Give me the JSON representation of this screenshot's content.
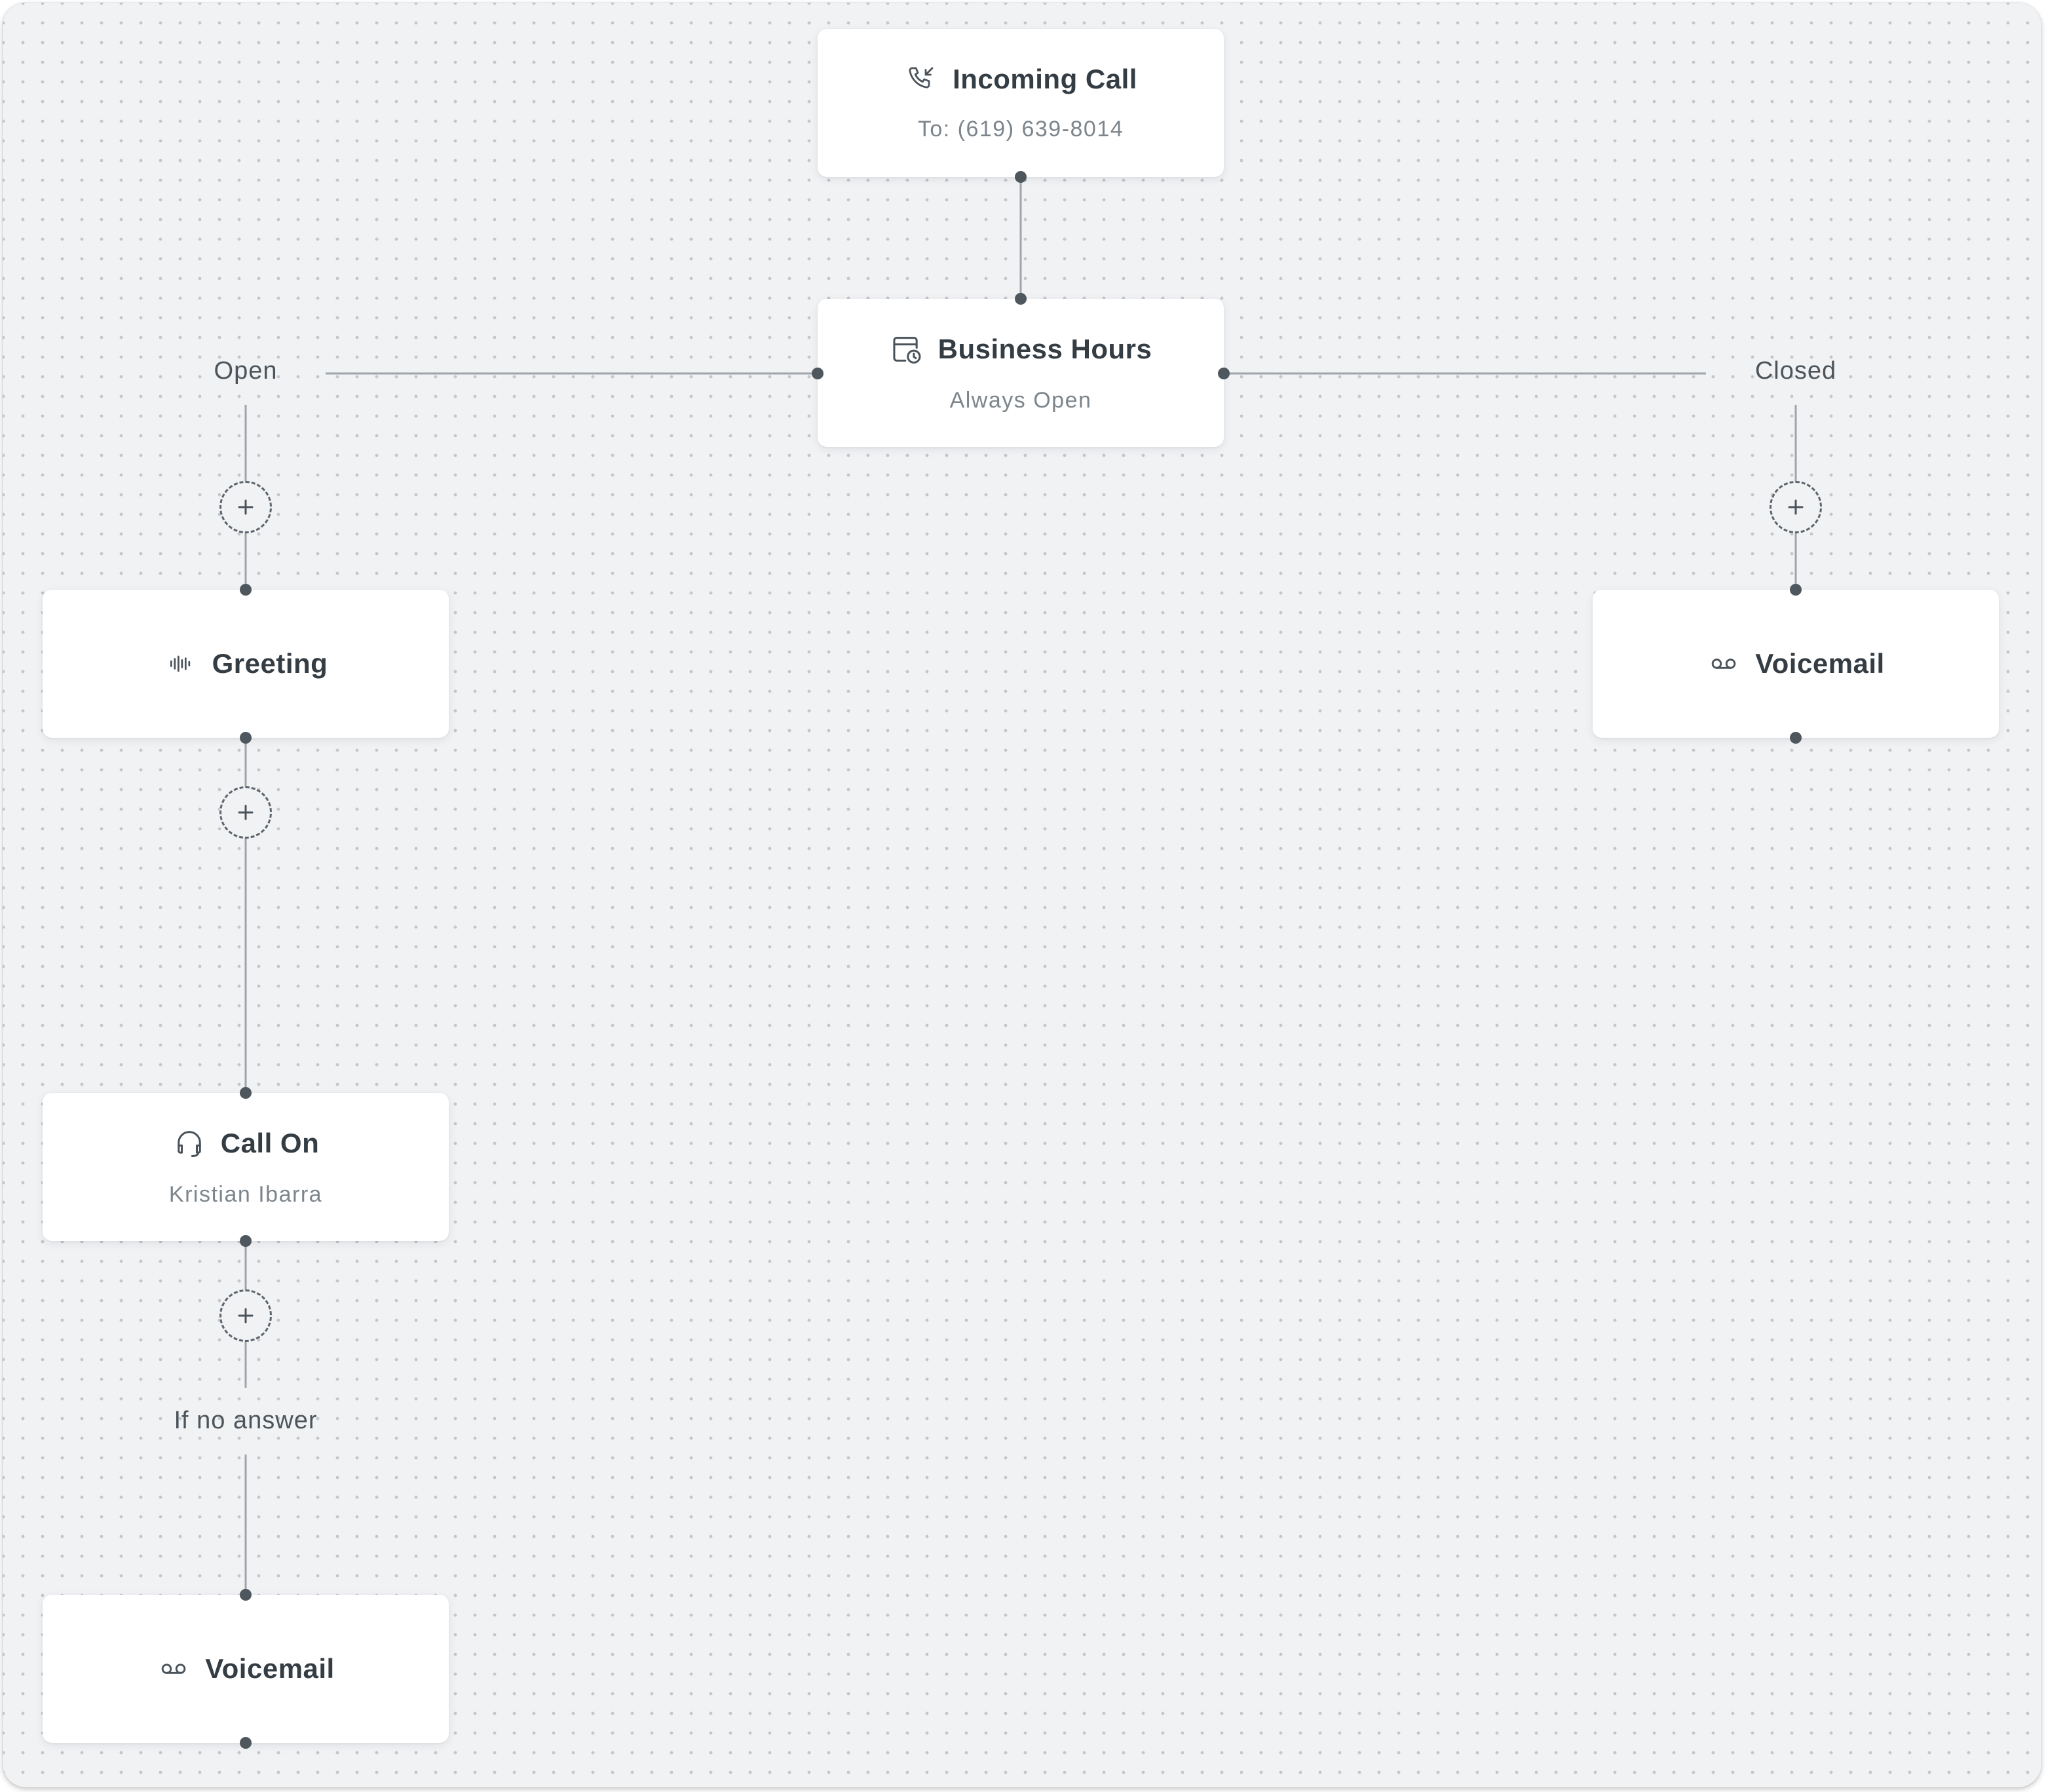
{
  "flow": {
    "incoming_call": {
      "title": "Incoming Call",
      "subtitle": "To: (619) 639-8014",
      "icon": "phone-incoming-icon"
    },
    "business_hours": {
      "title": "Business Hours",
      "subtitle": "Always Open",
      "icon": "calendar-clock-icon"
    },
    "branches": {
      "open_label": "Open",
      "closed_label": "Closed",
      "no_answer_label": "If no answer"
    },
    "greeting": {
      "title": "Greeting",
      "icon": "audio-wave-icon"
    },
    "call_on": {
      "title": "Call On",
      "subtitle": "Kristian Ibarra",
      "icon": "headset-icon"
    },
    "voicemail_closed": {
      "title": "Voicemail",
      "icon": "voicemail-icon"
    },
    "voicemail_no_answer": {
      "title": "Voicemail",
      "icon": "voicemail-icon"
    }
  },
  "colors": {
    "canvas_background": "#f1f2f4",
    "node_background": "#ffffff",
    "connector": "#9ea4a9",
    "title_text": "#353d44",
    "subtitle_text": "#7d858c"
  }
}
